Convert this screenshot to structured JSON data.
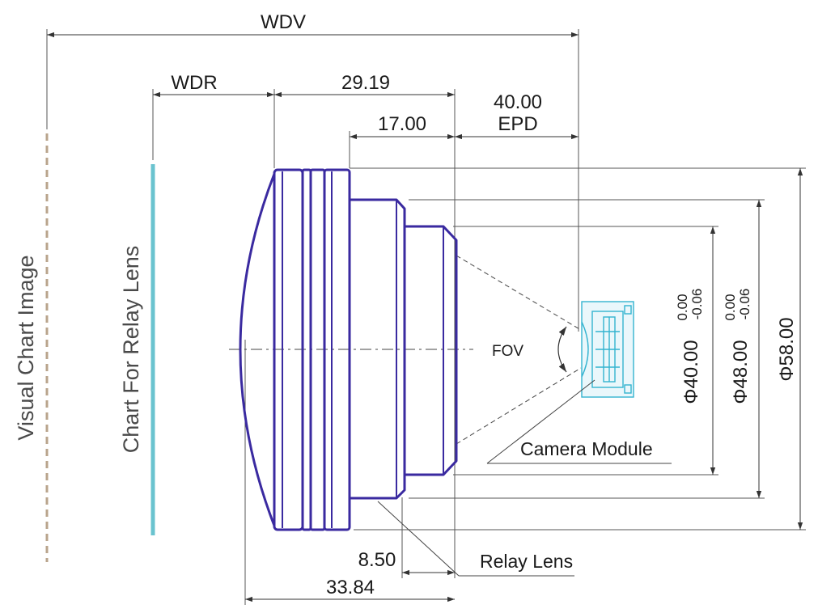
{
  "labels": {
    "visual_chart": "Visual Chart Image",
    "relay_chart": "Chart For Relay Lens",
    "wdv": "WDV",
    "wdr": "WDR",
    "epd_value": "40.00",
    "epd": "EPD",
    "fov": "FOV",
    "camera_module": "Camera Module",
    "relay_lens": "Relay Lens"
  },
  "dimensions": {
    "d_29_19": "29.19",
    "d_17_00": "17.00",
    "d_8_50": "8.50",
    "d_33_84": "33.84",
    "dia_40": "Φ40.00",
    "dia_48": "Φ48.00",
    "dia_58": "Φ58.00",
    "tol_upper": "0.00",
    "tol_lower": "-0.06"
  },
  "colors": {
    "lens_outline": "#3a2aa0",
    "relay_chart_bar": "#6ac3cf",
    "visual_chart_line": "#b9a48c",
    "camera_module": "#33b3d0",
    "dimension_lines": "#333333"
  }
}
